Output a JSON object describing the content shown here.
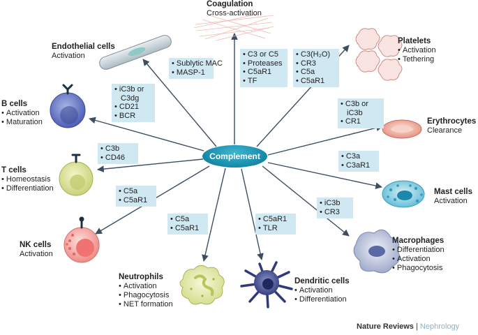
{
  "hub": {
    "label": "Complement"
  },
  "targets": {
    "coagulation": {
      "title": "Coagulation",
      "sub": "Cross-activation"
    },
    "endothelial": {
      "title": "Endothelial cells",
      "sub": "Activation"
    },
    "platelets": {
      "title": "Platelets",
      "items": [
        "Activation",
        "Tethering"
      ]
    },
    "bcells": {
      "title": "B cells",
      "items": [
        "Activation",
        "Maturation"
      ]
    },
    "erythrocytes": {
      "title": "Erythrocytes",
      "sub": "Clearance"
    },
    "tcells": {
      "title": "T cells",
      "items": [
        "Homeostasis",
        "Differentiation"
      ]
    },
    "mastcells": {
      "title": "Mast cells",
      "sub": "Activation"
    },
    "nkcells": {
      "title": "NK cells",
      "sub": "Activation"
    },
    "macrophages": {
      "title": "Macrophages",
      "items": [
        "Differentiation",
        "Activation",
        "Phagocytosis"
      ]
    },
    "neutrophils": {
      "title": "Neutrophils",
      "items": [
        "Activation",
        "Phagocytosis",
        "NET formation"
      ]
    },
    "dendritic": {
      "title": "Dendritic cells",
      "items": [
        "Activation",
        "Differentiation"
      ]
    }
  },
  "mediators": {
    "endothelial": [
      "Sublytic MAC",
      "MASP-1"
    ],
    "coagulation": [
      "C3 or C5",
      "Proteases",
      "C5aR1",
      "TF"
    ],
    "platelets": [
      "C3(H₂O)",
      "CR3",
      "C5a",
      "C5aR1"
    ],
    "bcells": [
      "iC3b or C3dg",
      "CD21",
      "BCR"
    ],
    "erythrocytes": [
      "C3b or iC3b",
      "CR1"
    ],
    "tcells": [
      "C3b",
      "CD46"
    ],
    "mastcells": [
      "C3a",
      "C3aR1"
    ],
    "nkcells": [
      "C5a",
      "C5aR1"
    ],
    "macrophages": [
      "iC3b",
      "CR3"
    ],
    "neutrophils": [
      "C5a",
      "C5aR1"
    ],
    "dendritic": [
      "C5aR1",
      "TLR"
    ]
  },
  "credit": {
    "journal": "Nature Reviews",
    "separator": " | ",
    "section": "Nephrology"
  },
  "colors": {
    "hub": "#1a8fae",
    "box": "#cfe8f1",
    "arrow": "#3d4e63"
  }
}
